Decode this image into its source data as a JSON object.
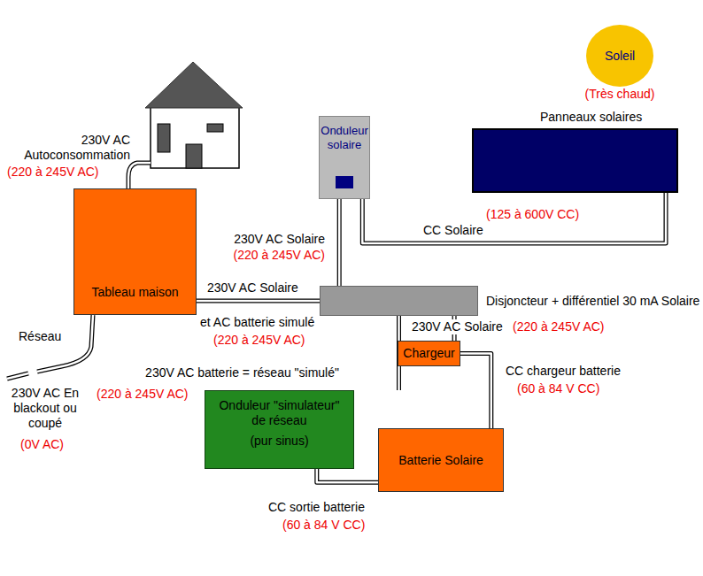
{
  "diagram": {
    "nodes": [
      {
        "text": [
          "Soleil",
          "(Très chaud)"
        ]
      },
      {
        "text": [
          "Panneaux solaires"
        ]
      },
      {
        "text": [
          "Onduleur solaire"
        ]
      },
      {
        "text": [
          "Tableau maison"
        ]
      },
      {
        "text": [
          "Disjoncteur + différentiel 30 mA Solaire"
        ]
      },
      {
        "text": [
          "Chargeur"
        ]
      },
      {
        "text": [
          "Onduleur \"simulateur\" de réseau",
          "(pur sinus)"
        ]
      },
      {
        "text": [
          "Batterie Solaire"
        ]
      }
    ],
    "edges": [
      {
        "from": 2,
        "to": 1,
        "arrow": "none",
        "label": "CC Solaire"
      },
      {
        "from": 2,
        "to": 4,
        "arrow": "none",
        "label": "230V AC Solaire"
      },
      {
        "from": 4,
        "to": 3,
        "arrow": "none",
        "label": "230V AC Solaire"
      },
      {
        "from": 4,
        "to": 5,
        "arrow": "none",
        "label": "230V AC Solaire"
      },
      {
        "from": 4,
        "to": 6,
        "arrow": "none",
        "label": "230V AC batterie = réseau \"simulé\""
      },
      {
        "from": 5,
        "to": 7,
        "arrow": "none",
        "label": "CC chargeur batterie"
      },
      {
        "from": 7,
        "to": 6,
        "arrow": "none",
        "label": "CC sortie batterie"
      }
    ],
    "labels": [
      "230V AC Autoconsommation",
      "(220 à 245V AC)",
      "Réseau",
      "230V AC En blackout ou coupé",
      "(0V AC)",
      "(125 à 600V CC)",
      "(220 à 245V AC)",
      "et AC batterie simulé",
      "(220 à 245V AC)",
      "(220 à 245V AC)",
      "(220 à 245V AC)",
      "(60 à 84 V CC)",
      "(60 à 84 V CC)"
    ]
  }
}
